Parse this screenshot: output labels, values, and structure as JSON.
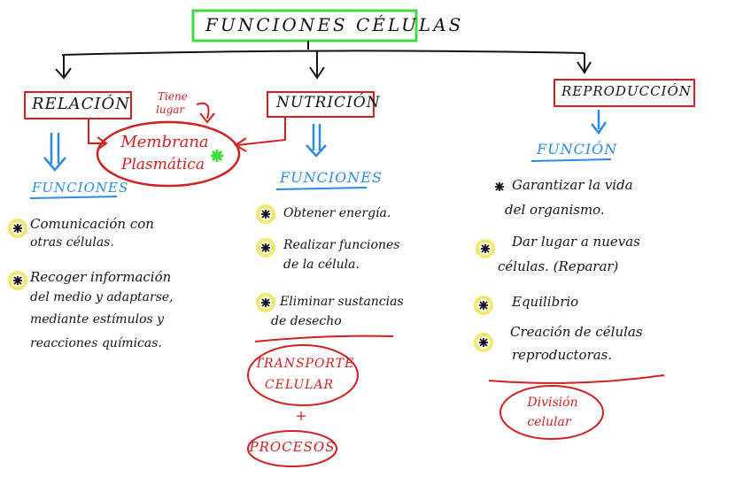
{
  "title": "FUNCIONES CÉLULAS",
  "branches": {
    "relacion": {
      "label": "RELACIÓN",
      "subheading": "FUNCIONES",
      "items": [
        {
          "line1": "Comunicación con",
          "line2": "otras células."
        },
        {
          "line1": "Recoger información",
          "line2": "del medio y adaptarse,",
          "line3": "mediante estímulos y",
          "line4": "reacciones químicas."
        }
      ]
    },
    "nutricion": {
      "label": "NUTRICIÓN",
      "subheading": "FUNCIONES",
      "items": [
        {
          "line1": "Obtener energía."
        },
        {
          "line1": "Realizar funciones",
          "line2": "de la célula."
        },
        {
          "line1": "Eliminar sustancias",
          "line2": "de desecho"
        }
      ],
      "bubble1": {
        "line1": "TRANSPORTE",
        "line2": "CELULAR"
      },
      "plus": "+",
      "bubble2": "PROCESOS"
    },
    "reproduccion": {
      "label": "REPRODUCCIÓN",
      "subheading": "FUNCIÓN",
      "items": [
        {
          "line1": "Garantizar la vida",
          "line2": "del organismo."
        },
        {
          "line1": "Dar lugar a nuevas",
          "line2": "células. (Reparar)"
        },
        {
          "line1": "Equilibrio"
        },
        {
          "line1": "Creación de células",
          "line2": "reproductoras."
        }
      ],
      "bubble": {
        "line1": "División",
        "line2": "celular"
      }
    }
  },
  "membrane": {
    "line1": "Membrana",
    "line2": "Plasmática"
  },
  "annotation": {
    "line1": "Tiene",
    "line2": "lugar"
  },
  "colors": {
    "black": "#141414",
    "red": "#d32020",
    "blue": "#2b8be8",
    "green": "#3ddc3d",
    "highlight": "#f3e96a"
  }
}
